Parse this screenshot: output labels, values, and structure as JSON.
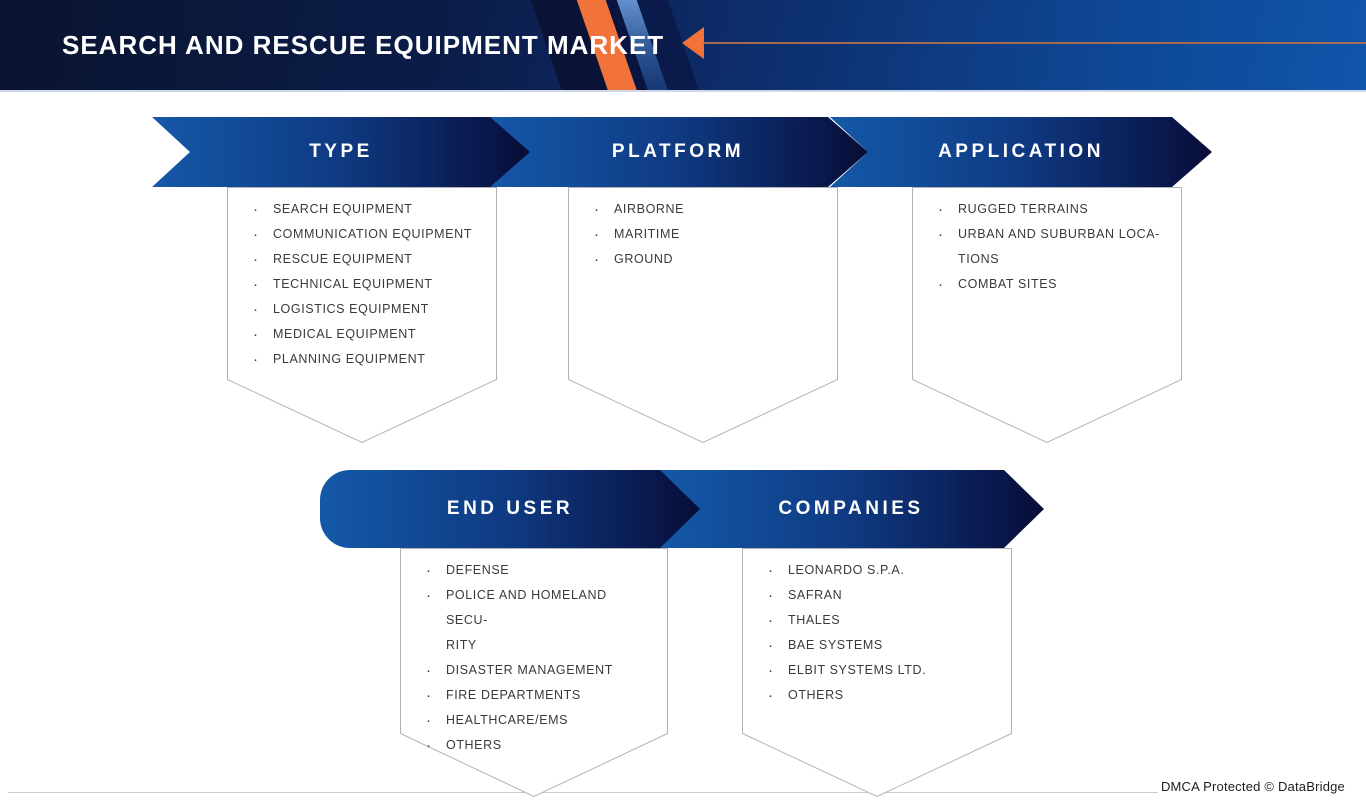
{
  "header": {
    "title": "SEARCH AND RESCUE EQUIPMENT MARKET"
  },
  "bullet_glyph": "·",
  "colors": {
    "accent_orange": "#f2733a",
    "arrow_line_orange": "#a56b50",
    "banner_blue_start": "#1459a8",
    "banner_navy_end": "#070d36",
    "header_navy": "#0a142f",
    "header_blue": "#0f55ab",
    "box_border_gray": "#b0b3b8",
    "list_text": "#3a3a3a"
  },
  "segments": [
    {
      "id": "type",
      "title": "TYPE",
      "items": [
        "SEARCH EQUIPMENT",
        "COMMUNICATION EQUIPMENT",
        "RESCUE EQUIPMENT",
        "TECHNICAL EQUIPMENT",
        "LOGISTICS EQUIPMENT",
        "MEDICAL EQUIPMENT",
        "PLANNING EQUIPMENT"
      ]
    },
    {
      "id": "platform",
      "title": "PLATFORM",
      "items": [
        "AIRBORNE",
        "MARITIME",
        "GROUND"
      ]
    },
    {
      "id": "application",
      "title": "APPLICATION",
      "items": [
        "RUGGED TERRAINS",
        "URBAN AND SUBURBAN LOCA-\nTIONS",
        "COMBAT SITES"
      ]
    },
    {
      "id": "end-user",
      "title": "END USER",
      "items": [
        "DEFENSE",
        "POLICE AND HOMELAND SECU-\nRITY",
        "DISASTER MANAGEMENT",
        "FIRE DEPARTMENTS",
        "HEALTHCARE/EMS",
        "OTHERS"
      ]
    },
    {
      "id": "companies",
      "title": "COMPANIES",
      "items": [
        "LEONARDO S.P.A.",
        "SAFRAN",
        "THALES",
        "BAE SYSTEMS",
        "ELBIT SYSTEMS LTD.",
        "OTHERS"
      ]
    }
  ],
  "footer": {
    "dmca": "DMCA Protected © DataBridge"
  }
}
